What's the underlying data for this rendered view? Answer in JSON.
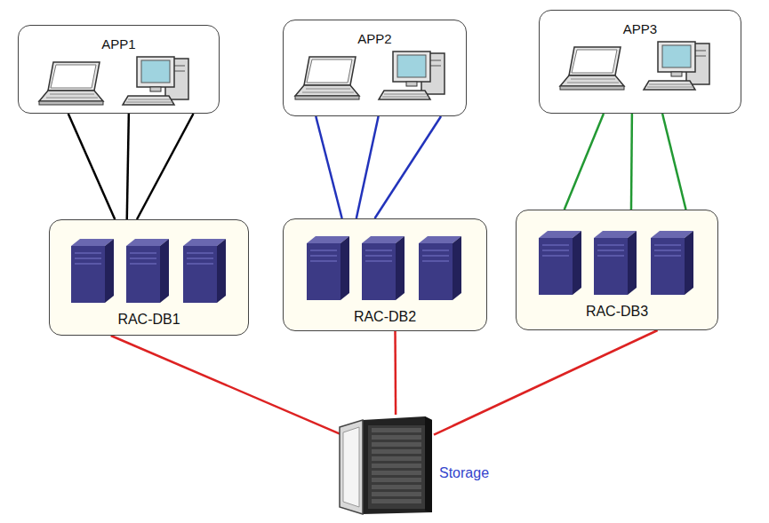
{
  "diagram": {
    "nodes": [
      {
        "text": [
          "APP1"
        ]
      },
      {
        "text": [
          "APP2"
        ]
      },
      {
        "text": [
          "APP3"
        ]
      },
      {
        "text": [
          "RAC-DB1"
        ]
      },
      {
        "text": [
          "RAC-DB2"
        ]
      },
      {
        "text": [
          "RAC-DB3"
        ]
      },
      {
        "text": [
          "Storage"
        ]
      }
    ],
    "edges": [
      {
        "from": 0,
        "to": 3,
        "arrow": "none"
      },
      {
        "from": 0,
        "to": 3,
        "arrow": "none"
      },
      {
        "from": 0,
        "to": 3,
        "arrow": "none"
      },
      {
        "from": 1,
        "to": 4,
        "arrow": "none"
      },
      {
        "from": 1,
        "to": 4,
        "arrow": "none"
      },
      {
        "from": 1,
        "to": 4,
        "arrow": "none"
      },
      {
        "from": 2,
        "to": 5,
        "arrow": "none"
      },
      {
        "from": 2,
        "to": 5,
        "arrow": "none"
      },
      {
        "from": 2,
        "to": 5,
        "arrow": "none"
      },
      {
        "from": 3,
        "to": 6,
        "arrow": "none"
      },
      {
        "from": 4,
        "to": 6,
        "arrow": "none"
      },
      {
        "from": 5,
        "to": 6,
        "arrow": "none"
      }
    ]
  }
}
